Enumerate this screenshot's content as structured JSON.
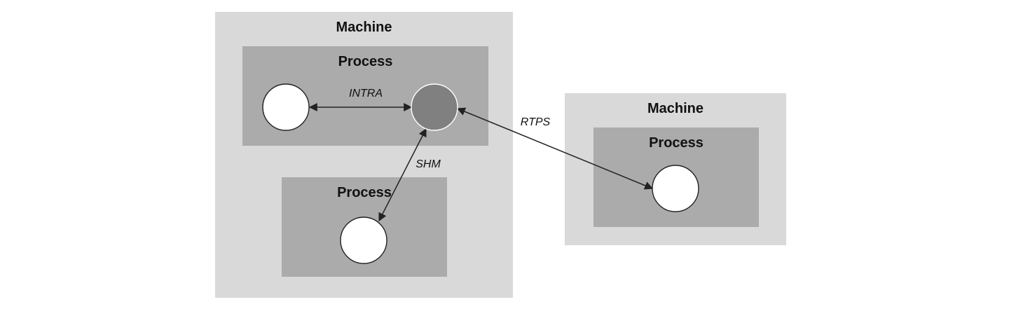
{
  "machines": [
    {
      "title": "Machine",
      "processes": [
        {
          "title": "Process",
          "nodes": [
            "node-1",
            "node-2"
          ]
        },
        {
          "title": "Process",
          "nodes": [
            "node-3"
          ]
        }
      ]
    },
    {
      "title": "Machine",
      "processes": [
        {
          "title": "Process",
          "nodes": [
            "node-4"
          ]
        }
      ]
    }
  ],
  "nodes": {
    "node-1": {
      "fill": "#ffffff"
    },
    "node-2": {
      "fill": "#808080"
    },
    "node-3": {
      "fill": "#ffffff"
    },
    "node-4": {
      "fill": "#ffffff"
    }
  },
  "edges": [
    {
      "from": "node-1",
      "to": "node-2",
      "label": "INTRA",
      "bidirectional": true
    },
    {
      "from": "node-2",
      "to": "node-3",
      "label": "SHM",
      "bidirectional": true
    },
    {
      "from": "node-2",
      "to": "node-4",
      "label": "RTPS",
      "bidirectional": true
    }
  ],
  "colors": {
    "machine": "#d9d9d9",
    "process": "#ababab",
    "line": "#222222"
  }
}
